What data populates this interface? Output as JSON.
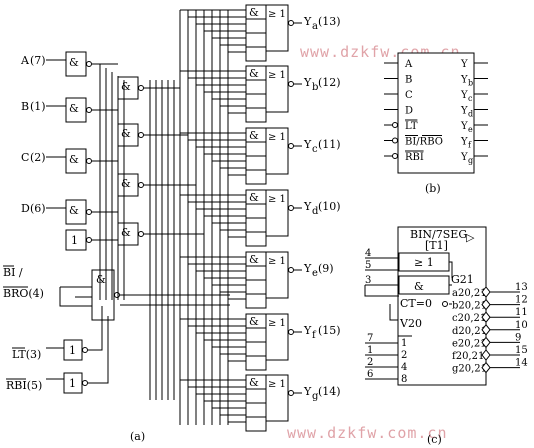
{
  "watermark": "www.dzkfw.com.cn",
  "and_symbol": "&",
  "or_symbol": "≥ 1",
  "one_symbol": "1",
  "inputs_a": [
    {
      "name": "A",
      "pin": "(7)"
    },
    {
      "name": "B",
      "pin": "(1)"
    },
    {
      "name": "C",
      "pin": "(2)"
    },
    {
      "name": "D",
      "pin": "(6)"
    }
  ],
  "bi_label": "BI /",
  "bro_label": "BRO(4)",
  "lt_label": "LT(3)",
  "rbi_label": "RBI(5)",
  "outputs_a": [
    {
      "name": "Y",
      "sub": "a",
      "pin": "(13)"
    },
    {
      "name": "Y",
      "sub": "b",
      "pin": "(12)"
    },
    {
      "name": "Y",
      "sub": "c",
      "pin": "(11)"
    },
    {
      "name": "Y",
      "sub": "d",
      "pin": "(10)"
    },
    {
      "name": "Y",
      "sub": "e",
      "pin": "(9)"
    },
    {
      "name": "Y",
      "sub": "f",
      "pin": "(15)"
    },
    {
      "name": "Y",
      "sub": "g",
      "pin": "(14)"
    }
  ],
  "caption_a": "(a)",
  "block_b": {
    "left": [
      "A",
      "B",
      "C",
      "D",
      "LT",
      "BI/RBO",
      "RBI"
    ],
    "right": [
      {
        "name": "Y",
        "sub": ""
      },
      {
        "name": "Y",
        "sub": "b"
      },
      {
        "name": "Y",
        "sub": "c"
      },
      {
        "name": "Y",
        "sub": "d"
      },
      {
        "name": "Y",
        "sub": "e"
      },
      {
        "name": "Y",
        "sub": "f"
      },
      {
        "name": "Y",
        "sub": "g"
      }
    ],
    "caption": "(b)"
  },
  "block_c": {
    "title1": "BIN/7SEG",
    "title2": "[T1]",
    "triangle": "▷",
    "or_sym": "≥ 1",
    "and_sym": "&",
    "ct": "CT=0",
    "v20": "V20",
    "g21": "G21",
    "seg_labels": [
      "a20,21",
      "b20,21",
      "c20,21",
      "d20,21",
      "e20,21",
      "f20,21",
      "g20,21"
    ],
    "seg_pins": [
      "13",
      "12",
      "11",
      "10",
      "9",
      "15",
      "14"
    ],
    "weights": [
      "1",
      "2",
      "4",
      "8"
    ],
    "weight_pins": [
      "7",
      "1",
      "2",
      "6"
    ],
    "ctl_pins": [
      "4",
      "5",
      "3"
    ],
    "caption": "(c)"
  }
}
